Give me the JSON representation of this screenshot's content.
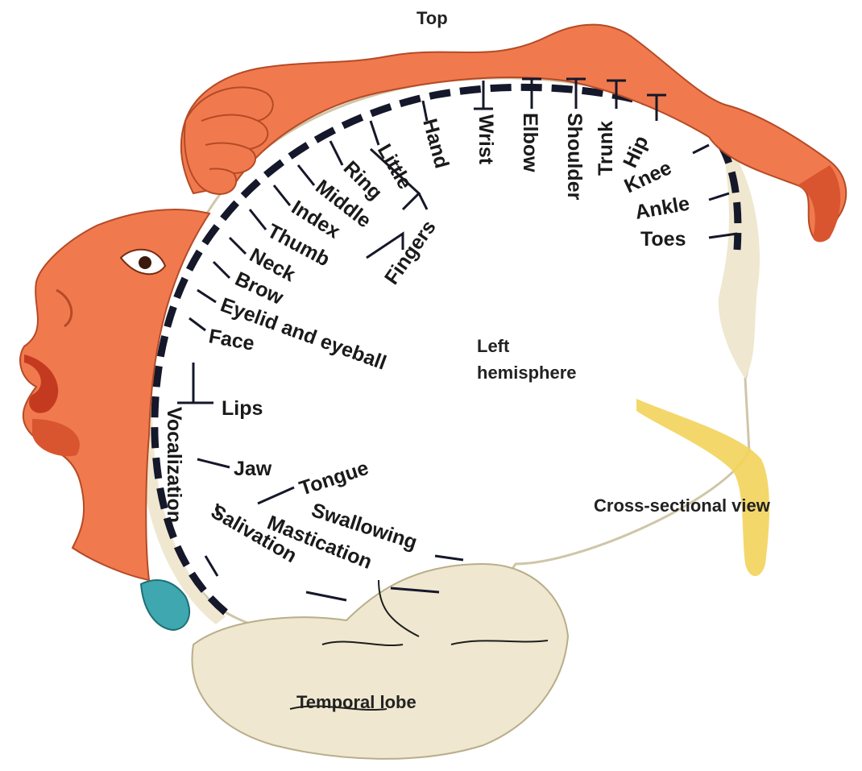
{
  "labels": {
    "top": "Top",
    "left_hemisphere_1": "Left",
    "left_hemisphere_2": "hemisphere",
    "cross_section": "Cross-sectional view",
    "temporal_lobe": "Temporal lobe",
    "body_parts": {
      "toes": "Toes",
      "ankle": "Ankle",
      "knee": "Knee",
      "hip": "Hip",
      "trunk": "Trunk",
      "shoulder": "Shoulder",
      "elbow": "Elbow",
      "wrist": "Wrist",
      "hand": "Hand",
      "little": "Little",
      "ring": "Ring",
      "middle": "Middle",
      "index": "Index",
      "thumb": "Thumb",
      "fingers": "Fingers",
      "neck": "Neck",
      "brow": "Brow",
      "eyelid": "Eyelid and eyeball",
      "face": "Face",
      "lips": "Lips",
      "vocalization": "Vocalization",
      "jaw": "Jaw",
      "tongue": "Tongue",
      "swallowing": "Swallowing",
      "mastication": "Mastication",
      "salivation": "Salivation"
    }
  },
  "colors": {
    "homunculus_skin": "#f07a4e",
    "homunculus_shadow": "#d9552f",
    "brain_tissue": "#efe7cf",
    "brain_shade": "#d8ccaa",
    "cortex_band": "#15172a",
    "cross_section_accent": "#f3d35a",
    "teal_tissue": "#3fa7b0"
  }
}
